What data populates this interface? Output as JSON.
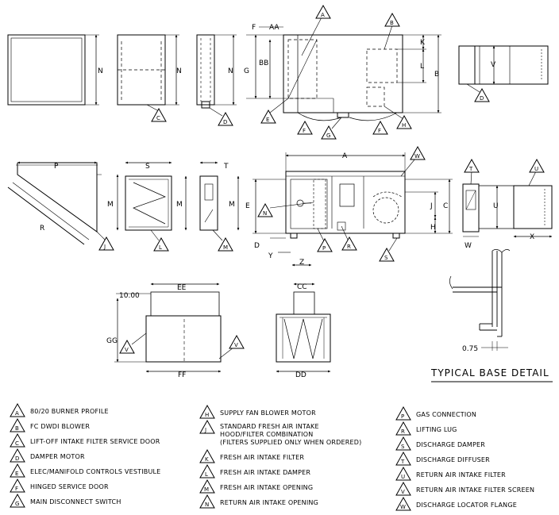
{
  "dimensions": {
    "N": "N",
    "AA": "AA",
    "F": "F",
    "G": "G",
    "BB": "BB",
    "K": "K",
    "L": "L",
    "B": "B",
    "V": "V",
    "P": "P",
    "R": "R",
    "S": "S",
    "M": "M",
    "T": "T",
    "A": "A",
    "E": "E",
    "J": "J",
    "C": "C",
    "H": "H",
    "U": "U",
    "X": "X",
    "W": "W",
    "D": "D",
    "Y": "Y",
    "Z": "Z",
    "ten": "10.00",
    "EE": "EE",
    "GG": "GG",
    "FF": "FF",
    "CC": "CC",
    "DD": "DD",
    "base_dim": "0.75"
  },
  "base_detail_title": "TYPICAL BASE DETAIL",
  "legend": [
    {
      "key": "A",
      "text": "80/20 BURNER PROFILE"
    },
    {
      "key": "B",
      "text": "FC DWDI BLOWER"
    },
    {
      "key": "C",
      "text": "LIFT-OFF INTAKE FILTER SERVICE DOOR"
    },
    {
      "key": "D",
      "text": "DAMPER MOTOR"
    },
    {
      "key": "E",
      "text": "ELEC/MANIFOLD CONTROLS VESTIBULE"
    },
    {
      "key": "F",
      "text": "HINGED SERVICE DOOR"
    },
    {
      "key": "G",
      "text": "MAIN DISCONNECT SWITCH"
    },
    {
      "key": "H",
      "text": "SUPPLY FAN BLOWER MOTOR"
    },
    {
      "key": "J",
      "text": "STANDARD FRESH AIR INTAKE",
      "line2": "HOOD/FILTER COMBINATION",
      "line3": "(FILTERS SUPPLIED ONLY WHEN ORDERED)"
    },
    {
      "key": "K",
      "text": "FRESH AIR INTAKE FILTER"
    },
    {
      "key": "L",
      "text": "FRESH AIR INTAKE DAMPER"
    },
    {
      "key": "M",
      "text": "FRESH AIR INTAKE OPENING"
    },
    {
      "key": "N",
      "text": "RETURN AIR INTAKE OPENING"
    },
    {
      "key": "P",
      "text": "GAS CONNECTION"
    },
    {
      "key": "R",
      "text": "LIFTING LUG"
    },
    {
      "key": "S",
      "text": "DISCHARGE DAMPER"
    },
    {
      "key": "T",
      "text": "DISCHARGE DIFFUSER"
    },
    {
      "key": "U",
      "text": "RETURN AIR INTAKE FILTER"
    },
    {
      "key": "V",
      "text": "RETURN AIR INTAKE FILTER SCREEN"
    },
    {
      "key": "W",
      "text": "DISCHARGE LOCATOR FLANGE"
    }
  ]
}
